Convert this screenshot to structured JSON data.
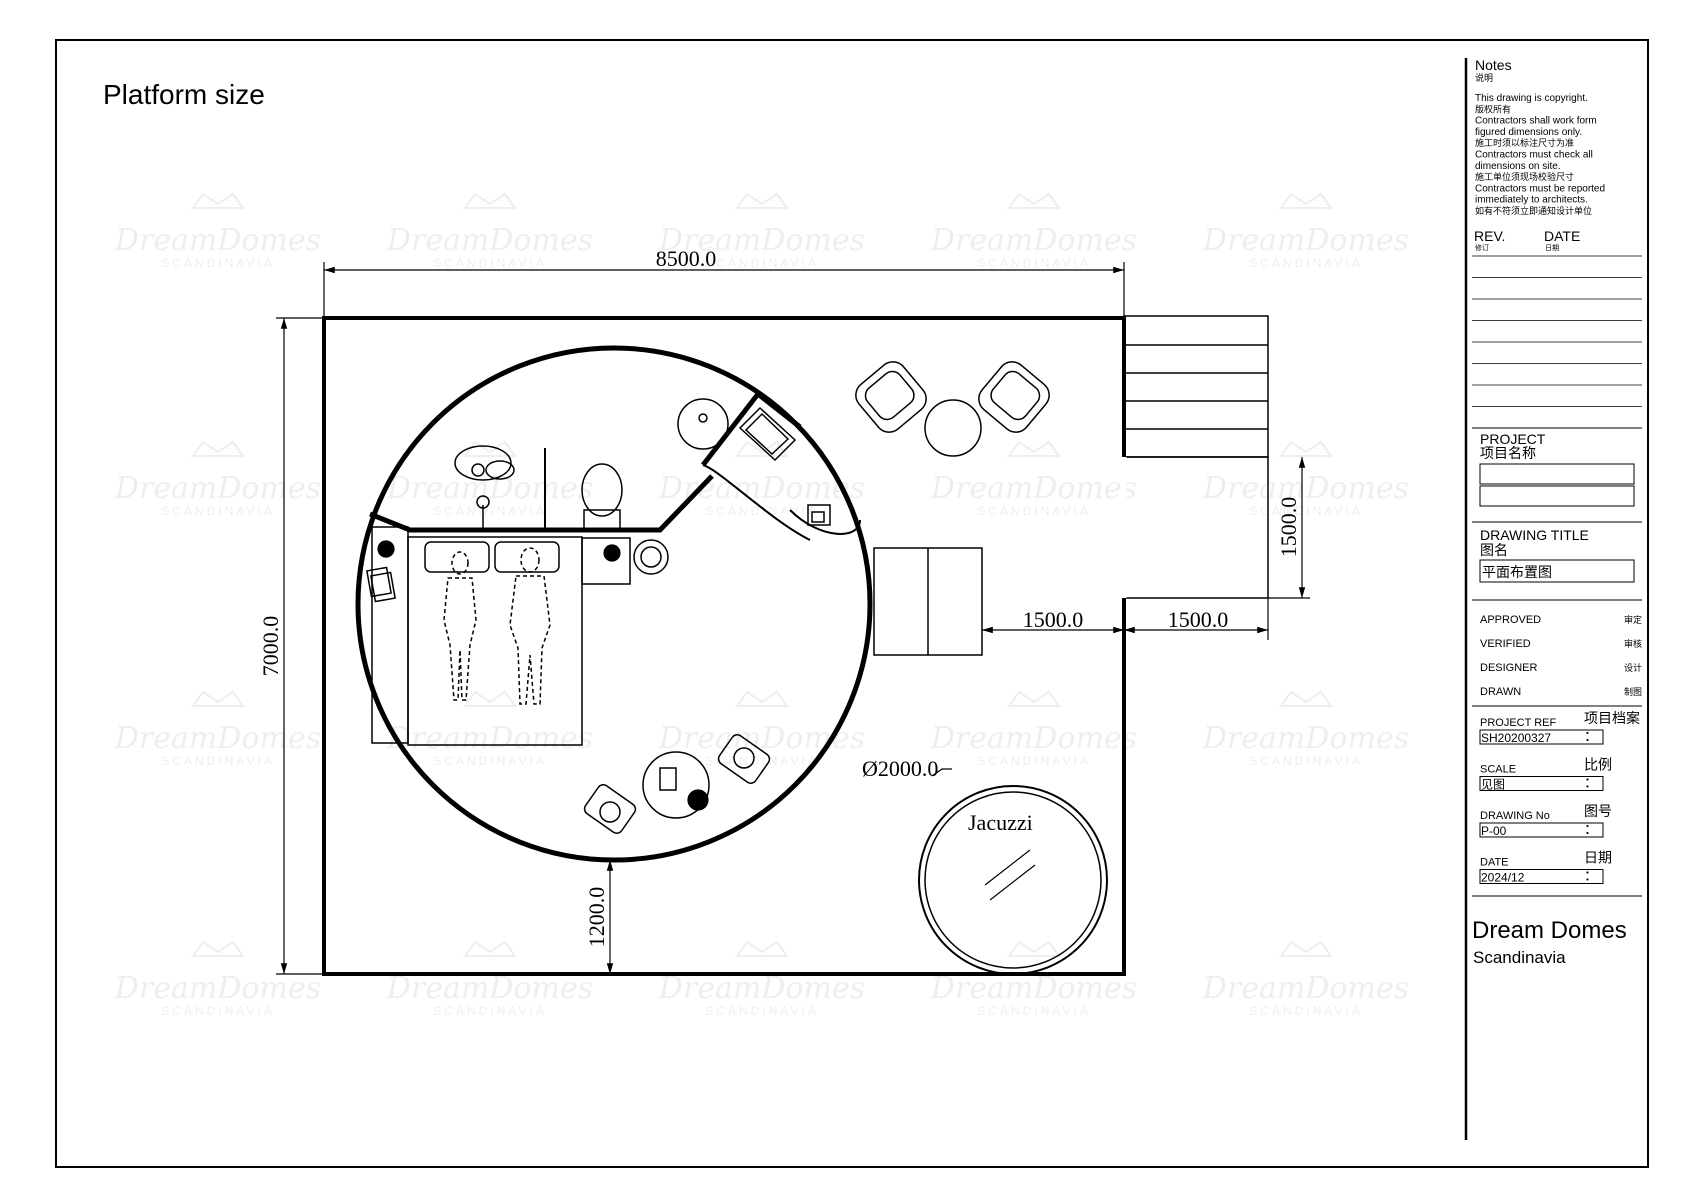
{
  "page_title": "Platform size",
  "dimensions": {
    "width": "8500.0",
    "height": "7000.0",
    "deck_height": "1500.0",
    "gap_right": "1500.0",
    "deck_width": "1500.0",
    "bottom_gap": "1200.0",
    "jacuzzi_diameter": "Ø2000.0"
  },
  "jacuzzi_label": "Jacuzzi",
  "watermark": {
    "main": "DreamDomes",
    "sub": "SCANDINAVIA"
  },
  "title_block": {
    "notes_title": "Notes",
    "notes_title_cn": "说明",
    "notes": [
      "This drawing is copyright.",
      "版权所有",
      "Contractors shall work form",
      "figured dimensions only.",
      "施工时须以标注尺寸为准",
      "Contractors must check all",
      "dimensions on site.",
      "施工单位须现场校验尺寸",
      "Contractors must be reported",
      "immediately to architects.",
      "如有不符须立即通知设计单位"
    ],
    "rev_label": "REV.",
    "rev_label_cn": "修订",
    "date_label": "DATE",
    "date_label_cn": "日期",
    "project_label": "PROJECT",
    "project_label_cn": "项目名称",
    "drawing_title_label": "DRAWING  TITLE",
    "drawing_title_label_cn": "图名",
    "drawing_title_value": "平面布置图",
    "approvals": [
      {
        "en": "APPROVED",
        "cn": "审定"
      },
      {
        "en": "VERIFIED",
        "cn": "审核"
      },
      {
        "en": "DESIGNER",
        "cn": "设计"
      },
      {
        "en": "DRAWN",
        "cn": "制图"
      }
    ],
    "fields": [
      {
        "en": "PROJECT REF",
        "cn": "项目档案",
        "colon": "：",
        "value": "SH20200327"
      },
      {
        "en": "SCALE",
        "cn": "比例",
        "colon": "：",
        "value": "见图"
      },
      {
        "en": "DRAWING No",
        "cn": "图号",
        "colon": "：",
        "value": "P-00"
      },
      {
        "en": "DATE",
        "cn": "日期",
        "colon": "：",
        "value": "2024/12"
      }
    ],
    "brand_line1": "Dream Domes",
    "brand_line2": "Scandinavia"
  },
  "colors": {
    "ink": "#000000",
    "watermark": "#eeeeee",
    "paper": "#ffffff"
  }
}
